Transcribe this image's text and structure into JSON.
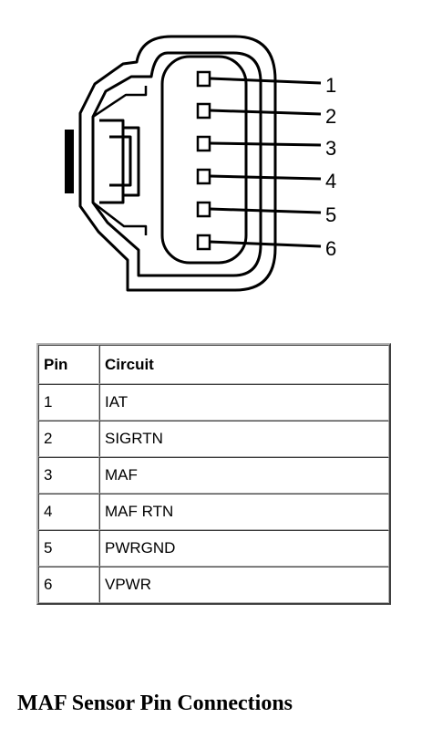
{
  "diagram": {
    "pin_labels": [
      "1",
      "2",
      "3",
      "4",
      "5",
      "6"
    ]
  },
  "table": {
    "headers": [
      "Pin",
      "Circuit"
    ],
    "rows": [
      {
        "pin": "1",
        "circuit": "IAT"
      },
      {
        "pin": "2",
        "circuit": "SIGRTN"
      },
      {
        "pin": "3",
        "circuit": "MAF"
      },
      {
        "pin": "4",
        "circuit": "MAF RTN"
      },
      {
        "pin": "5",
        "circuit": "PWRGND"
      },
      {
        "pin": "6",
        "circuit": "VPWR"
      }
    ]
  },
  "caption": "MAF Sensor Pin Connections"
}
